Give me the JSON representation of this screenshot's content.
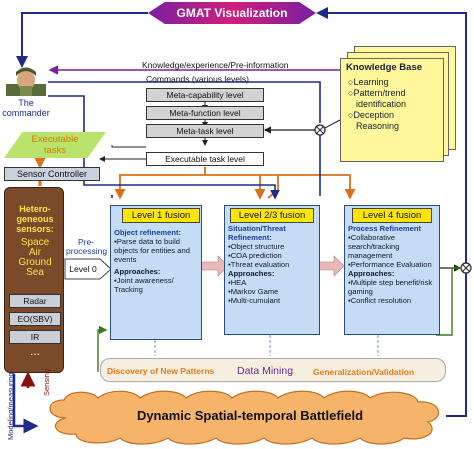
{
  "banner": "GMAT Visualization",
  "flows": {
    "knowledge": "Knowledge/experience/Pre-information",
    "commands": "Commands (various levels)"
  },
  "commander": {
    "label_1": "The",
    "label_2": "commander"
  },
  "knowledge_base": {
    "title": "Knowledge Base",
    "items": [
      "Learning",
      "Pattern/trend",
      "identification",
      "Deception",
      "Reasoning"
    ]
  },
  "meta_levels": [
    "Meta-capability level",
    "Meta-function level",
    "Meta-task level",
    "Executable task level"
  ],
  "executable_tasks": {
    "line1": "Executable",
    "line2": "tasks"
  },
  "sensor_controller": "Sensor Controller",
  "sensors": {
    "title_1": "Hetero-",
    "title_2": "geneous",
    "title_3": "sensors:",
    "list": [
      "Space",
      "Air",
      "Ground",
      "Sea"
    ],
    "boxes": [
      "Radar",
      "EO(SBV)",
      "IR"
    ],
    "ellipsis": "..."
  },
  "preprocessing": {
    "line1": "Pre-",
    "line2": "processing"
  },
  "level0": "Level 0",
  "level1": {
    "header": "Level 1 fusion",
    "section": "Object refinement:",
    "bullets": [
      "Parse data to build objects for entities and events"
    ],
    "approaches": "Approaches:",
    "approach_bullets": [
      "Joint awareness/ Tracking"
    ]
  },
  "level23": {
    "header": "Level 2/3 fusion",
    "section": "Situation/Threat Refinement:",
    "bullets": [
      "Object structure",
      "COA prediction",
      "Threat evaluation"
    ],
    "approaches": "Approaches:",
    "approach_bullets": [
      "HEA",
      "Markov Game",
      "Multi-cumulant"
    ]
  },
  "level4": {
    "header": "Level 4 fusion",
    "section": "Process Refinement",
    "bullets": [
      "Collaborative search/tracking management",
      "Performance Evaluation"
    ],
    "approaches": "Approaches:",
    "approach_bullets": [
      "Multiple step benefit/risk gaming",
      "Conflict resolution"
    ]
  },
  "data_mining": {
    "left": "Discovery of New Patterns",
    "center": "Data Mining",
    "right": "Generalization/Validation"
  },
  "battlefield": "Dynamic Spatial-temporal Battlefield",
  "side_labels": {
    "sensing": "Sensing",
    "modeling": "Modeling/measuring"
  },
  "colors": {
    "navy": "#1f2a8a",
    "orange": "#d9701c",
    "green": "#3a7a1a",
    "purple": "#7a1fa3",
    "dark_red": "#8a1010",
    "fusion_fill": "#c5dcf5",
    "header_yellow": "#ffe600"
  }
}
